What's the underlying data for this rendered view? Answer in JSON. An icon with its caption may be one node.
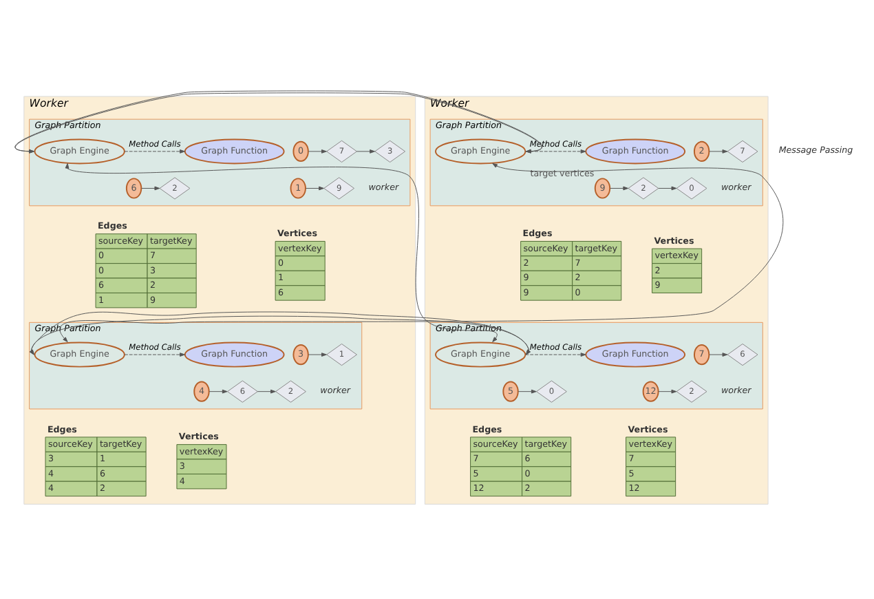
{
  "diagram": {
    "nodes": [
      {
        "text": [
          "Worker"
        ]
      },
      {
        "text": [
          "Graph Partition",
          "worker"
        ],
        "in": 0
      },
      {
        "text": [
          "2"
        ],
        "in": 1
      },
      {
        "text": [
          "7"
        ],
        "in": 1
      },
      {
        "text": [
          "Graph Function"
        ],
        "in": 1
      },
      {
        "text": [
          "Graph Engine"
        ],
        "in": 1
      },
      {
        "text": [
          "9"
        ],
        "in": 1,
        "beside": [
          "target vertices"
        ]
      },
      {
        "text": [
          "2"
        ],
        "in": 1
      },
      {
        "text": [
          "0"
        ],
        "in": 1
      },
      {
        "text": [
          "Vertices",
          "vertexKey",
          "2",
          "9"
        ],
        "in": 0
      },
      {
        "text": [
          "Edges",
          "sourceKey",
          "targetKey",
          "2",
          "7",
          "9",
          "2",
          "9",
          "0"
        ],
        "in": 0
      },
      {
        "text": [
          "Graph Partition",
          "worker"
        ],
        "in": 0
      },
      {
        "text": [
          "7"
        ],
        "in": 11
      },
      {
        "text": [
          "6"
        ],
        "in": 11
      },
      {
        "text": [
          "Graph Function"
        ],
        "in": 11
      },
      {
        "text": [
          "Graph Engine"
        ],
        "in": 11
      },
      {
        "text": [
          "5"
        ],
        "in": 11
      },
      {
        "text": [
          "12"
        ],
        "in": 11
      },
      {
        "text": [
          "2"
        ],
        "in": 11
      },
      {
        "text": [
          "0"
        ],
        "in": 11
      },
      {
        "text": [
          "Vertices",
          "vertexKey",
          "7",
          "5",
          "12"
        ],
        "in": 0
      },
      {
        "text": [
          "Edges",
          "sourceKey",
          "targetKey",
          "7",
          "6",
          "5",
          "0",
          "12",
          "2"
        ],
        "in": 0
      },
      {
        "text": [
          "Worker"
        ]
      },
      {
        "text": [
          "Graph Partition",
          "worker"
        ],
        "in": 22
      },
      {
        "text": [
          "0"
        ],
        "in": 23
      },
      {
        "text": [
          "7"
        ],
        "in": 23
      },
      {
        "text": [
          "3"
        ],
        "in": 23
      },
      {
        "text": [
          "Graph Engine"
        ],
        "in": 23
      },
      {
        "text": [
          "Graph Function"
        ],
        "in": 23
      },
      {
        "text": [
          "9"
        ],
        "in": 23
      },
      {
        "text": [
          "1"
        ],
        "in": 23
      },
      {
        "text": [
          "6"
        ],
        "in": 23
      },
      {
        "text": [
          "2"
        ],
        "in": 23
      },
      {
        "text": [
          "Vertices",
          "vertexKey",
          "0",
          "1",
          "6"
        ],
        "in": 22
      },
      {
        "text": [
          "Edges",
          "sourceKey",
          "targetKey",
          "0",
          "7",
          "0",
          "3",
          "6",
          "2",
          "1",
          "9"
        ],
        "in": 22
      },
      {
        "text": [
          "Graph Partition",
          "worker"
        ],
        "in": 22
      },
      {
        "text": [
          "3"
        ],
        "in": 35
      },
      {
        "text": [
          "1"
        ],
        "in": 35
      },
      {
        "text": [
          "Graph Engine"
        ],
        "in": 35
      },
      {
        "text": [
          "Graph Function"
        ],
        "in": 35
      },
      {
        "text": [
          "4"
        ],
        "in": 35
      },
      {
        "text": [
          "6"
        ],
        "in": 35
      },
      {
        "text": [
          "2"
        ],
        "in": 35
      },
      {
        "text": [
          "Vertices",
          "vertexKey",
          "3",
          "4"
        ],
        "in": 22
      },
      {
        "text": [
          "Edges",
          "sourceKey",
          "targetKey",
          "3",
          "1",
          "4",
          "6",
          "4",
          "2"
        ],
        "in": 22
      }
    ],
    "edges": [
      {
        "from": 2,
        "to": 3,
        "arrow": "to"
      },
      {
        "from": 5,
        "to": 4,
        "arrow": "to",
        "label": "Method Calls",
        "style": "dashed"
      },
      {
        "from": 6,
        "to": 7,
        "arrow": "to"
      },
      {
        "from": 7,
        "to": 8,
        "arrow": "to"
      },
      {
        "from": 12,
        "to": 13,
        "arrow": "to"
      },
      {
        "from": 15,
        "to": 14,
        "arrow": "to",
        "label": "Method Calls",
        "style": "dashed"
      },
      {
        "from": 16,
        "to": 19,
        "arrow": "to"
      },
      {
        "from": 17,
        "to": 18,
        "arrow": "to"
      },
      {
        "from": 24,
        "to": 25,
        "arrow": "to"
      },
      {
        "from": 25,
        "to": 26,
        "arrow": "to"
      },
      {
        "from": 27,
        "to": 28,
        "arrow": "to",
        "label": "Method Calls",
        "style": "dashed"
      },
      {
        "from": 30,
        "to": 29,
        "arrow": "to"
      },
      {
        "from": 31,
        "to": 32,
        "arrow": "to"
      },
      {
        "from": 36,
        "to": 37,
        "arrow": "to"
      },
      {
        "from": 38,
        "to": 39,
        "arrow": "to",
        "label": "Method Calls",
        "style": "dashed"
      },
      {
        "from": 40,
        "to": 41,
        "arrow": "to"
      },
      {
        "from": 41,
        "to": 42,
        "arrow": "to"
      },
      {
        "from": 5,
        "to": 27,
        "arrow": "both"
      },
      {
        "from": 5,
        "to": 38,
        "arrow": "both"
      },
      {
        "from": 15,
        "to": 27,
        "arrow": "both"
      },
      {
        "from": 15,
        "to": 38,
        "arrow": "both"
      }
    ],
    "labels": [
      "Message Passing"
    ]
  }
}
